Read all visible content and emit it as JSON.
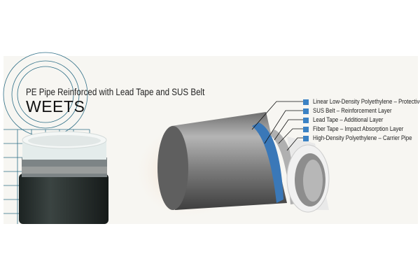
{
  "product": {
    "title": "PE Pipe Reinforced with Lead Tape and SUS Belt",
    "brand": "WEETS"
  },
  "legend": {
    "marker_color": "#3b82c4",
    "items": [
      {
        "label": "Linear Low-Density Polyethylene – Protective Layer"
      },
      {
        "label": "SUS Belt – Reinforcement Layer"
      },
      {
        "label": "Lead Tape – Additional Layer"
      },
      {
        "label": "Fiber Tape – Impact Absorption Layer"
      },
      {
        "label": "High-Density Polyethylene – Carrier Pipe"
      }
    ]
  }
}
